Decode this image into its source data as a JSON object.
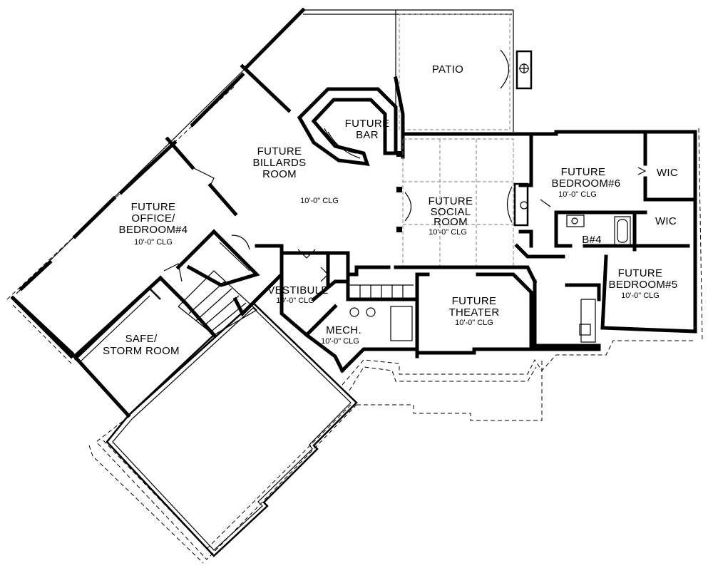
{
  "rooms": {
    "patio": {
      "name": "PATIO"
    },
    "bar": {
      "name1": "FUTURE",
      "name2": "BAR"
    },
    "billiards": {
      "name1": "FUTURE",
      "name2": "BILLARDS",
      "name3": "ROOM",
      "ceiling": "10'-0\" CLG"
    },
    "office": {
      "name1": "FUTURE",
      "name2": "OFFICE/",
      "name3": "BEDROOM#4",
      "ceiling": "10'-0\" CLG"
    },
    "social": {
      "name1": "FUTURE",
      "name2": "SOCIAL",
      "name3": "ROOM",
      "ceiling": "10'-0\" CLG"
    },
    "bedroom6": {
      "name1": "FUTURE",
      "name2": "BEDROOM#6",
      "ceiling": "10'-0\" CLG"
    },
    "wic1": {
      "name": "WIC"
    },
    "wic2": {
      "name": "WIC"
    },
    "bath4": {
      "name": "B#4"
    },
    "bedroom5": {
      "name1": "FUTURE",
      "name2": "BEDROOM#5",
      "ceiling": "10'-0\" CLG"
    },
    "vestibule": {
      "name": "VESTIBULE",
      "ceiling": "10'-0\" CLG"
    },
    "mech": {
      "name": "MECH.",
      "ceiling": "10'-0\" CLG"
    },
    "theater": {
      "name1": "FUTURE",
      "name2": "THEATER",
      "ceiling": "10'-0\" CLG"
    },
    "safe": {
      "name1": "SAFE/",
      "name2": "STORM ROOM"
    }
  }
}
